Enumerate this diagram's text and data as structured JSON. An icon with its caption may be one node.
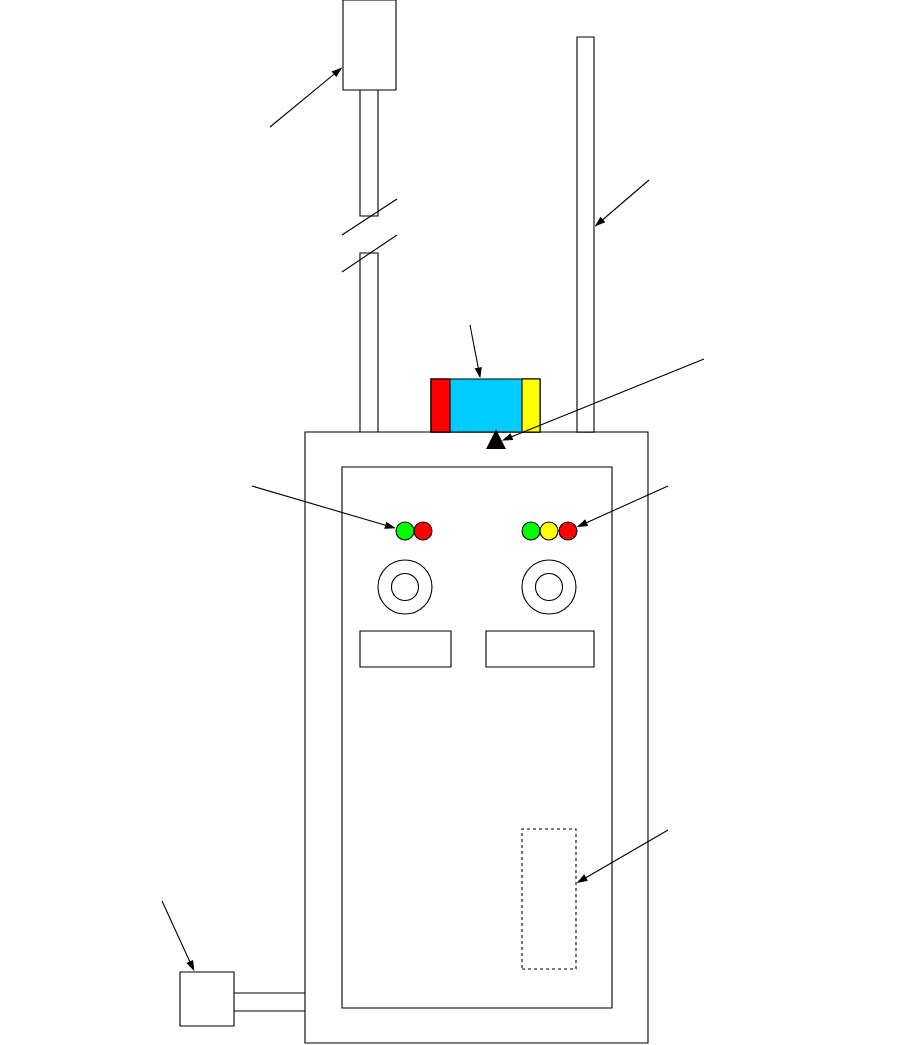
{
  "diagram": {
    "nodes": [
      {
        "text": [],
        "shape": "box"
      },
      {
        "text": [],
        "shape": "bar"
      },
      {
        "text": [],
        "shape": "box"
      },
      {
        "text": [],
        "shape": "triangle"
      },
      {
        "text": [],
        "shape": "circle"
      },
      {
        "text": [],
        "shape": "circle"
      },
      {
        "text": [],
        "shape": "box"
      },
      {
        "text": [],
        "shape": "box"
      },
      {
        "text": [],
        "shape": "circle"
      },
      {
        "text": [],
        "shape": "circle"
      },
      {
        "text": [],
        "shape": "circle"
      },
      {
        "text": [],
        "shape": "circle"
      },
      {
        "text": [],
        "shape": "circle"
      },
      {
        "text": [],
        "shape": "box"
      },
      {
        "text": [],
        "shape": "box"
      }
    ],
    "edges": [
      {
        "from": null,
        "to": 0,
        "arrow": "to"
      },
      {
        "from": null,
        "to": 1,
        "arrow": "to"
      },
      {
        "from": null,
        "to": 2,
        "arrow": "to"
      },
      {
        "from": null,
        "to": 3,
        "arrow": "to"
      },
      {
        "from": null,
        "to": 4,
        "arrow": "to"
      },
      {
        "from": null,
        "to": 5,
        "arrow": "to"
      },
      {
        "from": null,
        "to": 6,
        "arrow": "to"
      },
      {
        "from": null,
        "to": 7,
        "arrow": "to"
      }
    ]
  }
}
